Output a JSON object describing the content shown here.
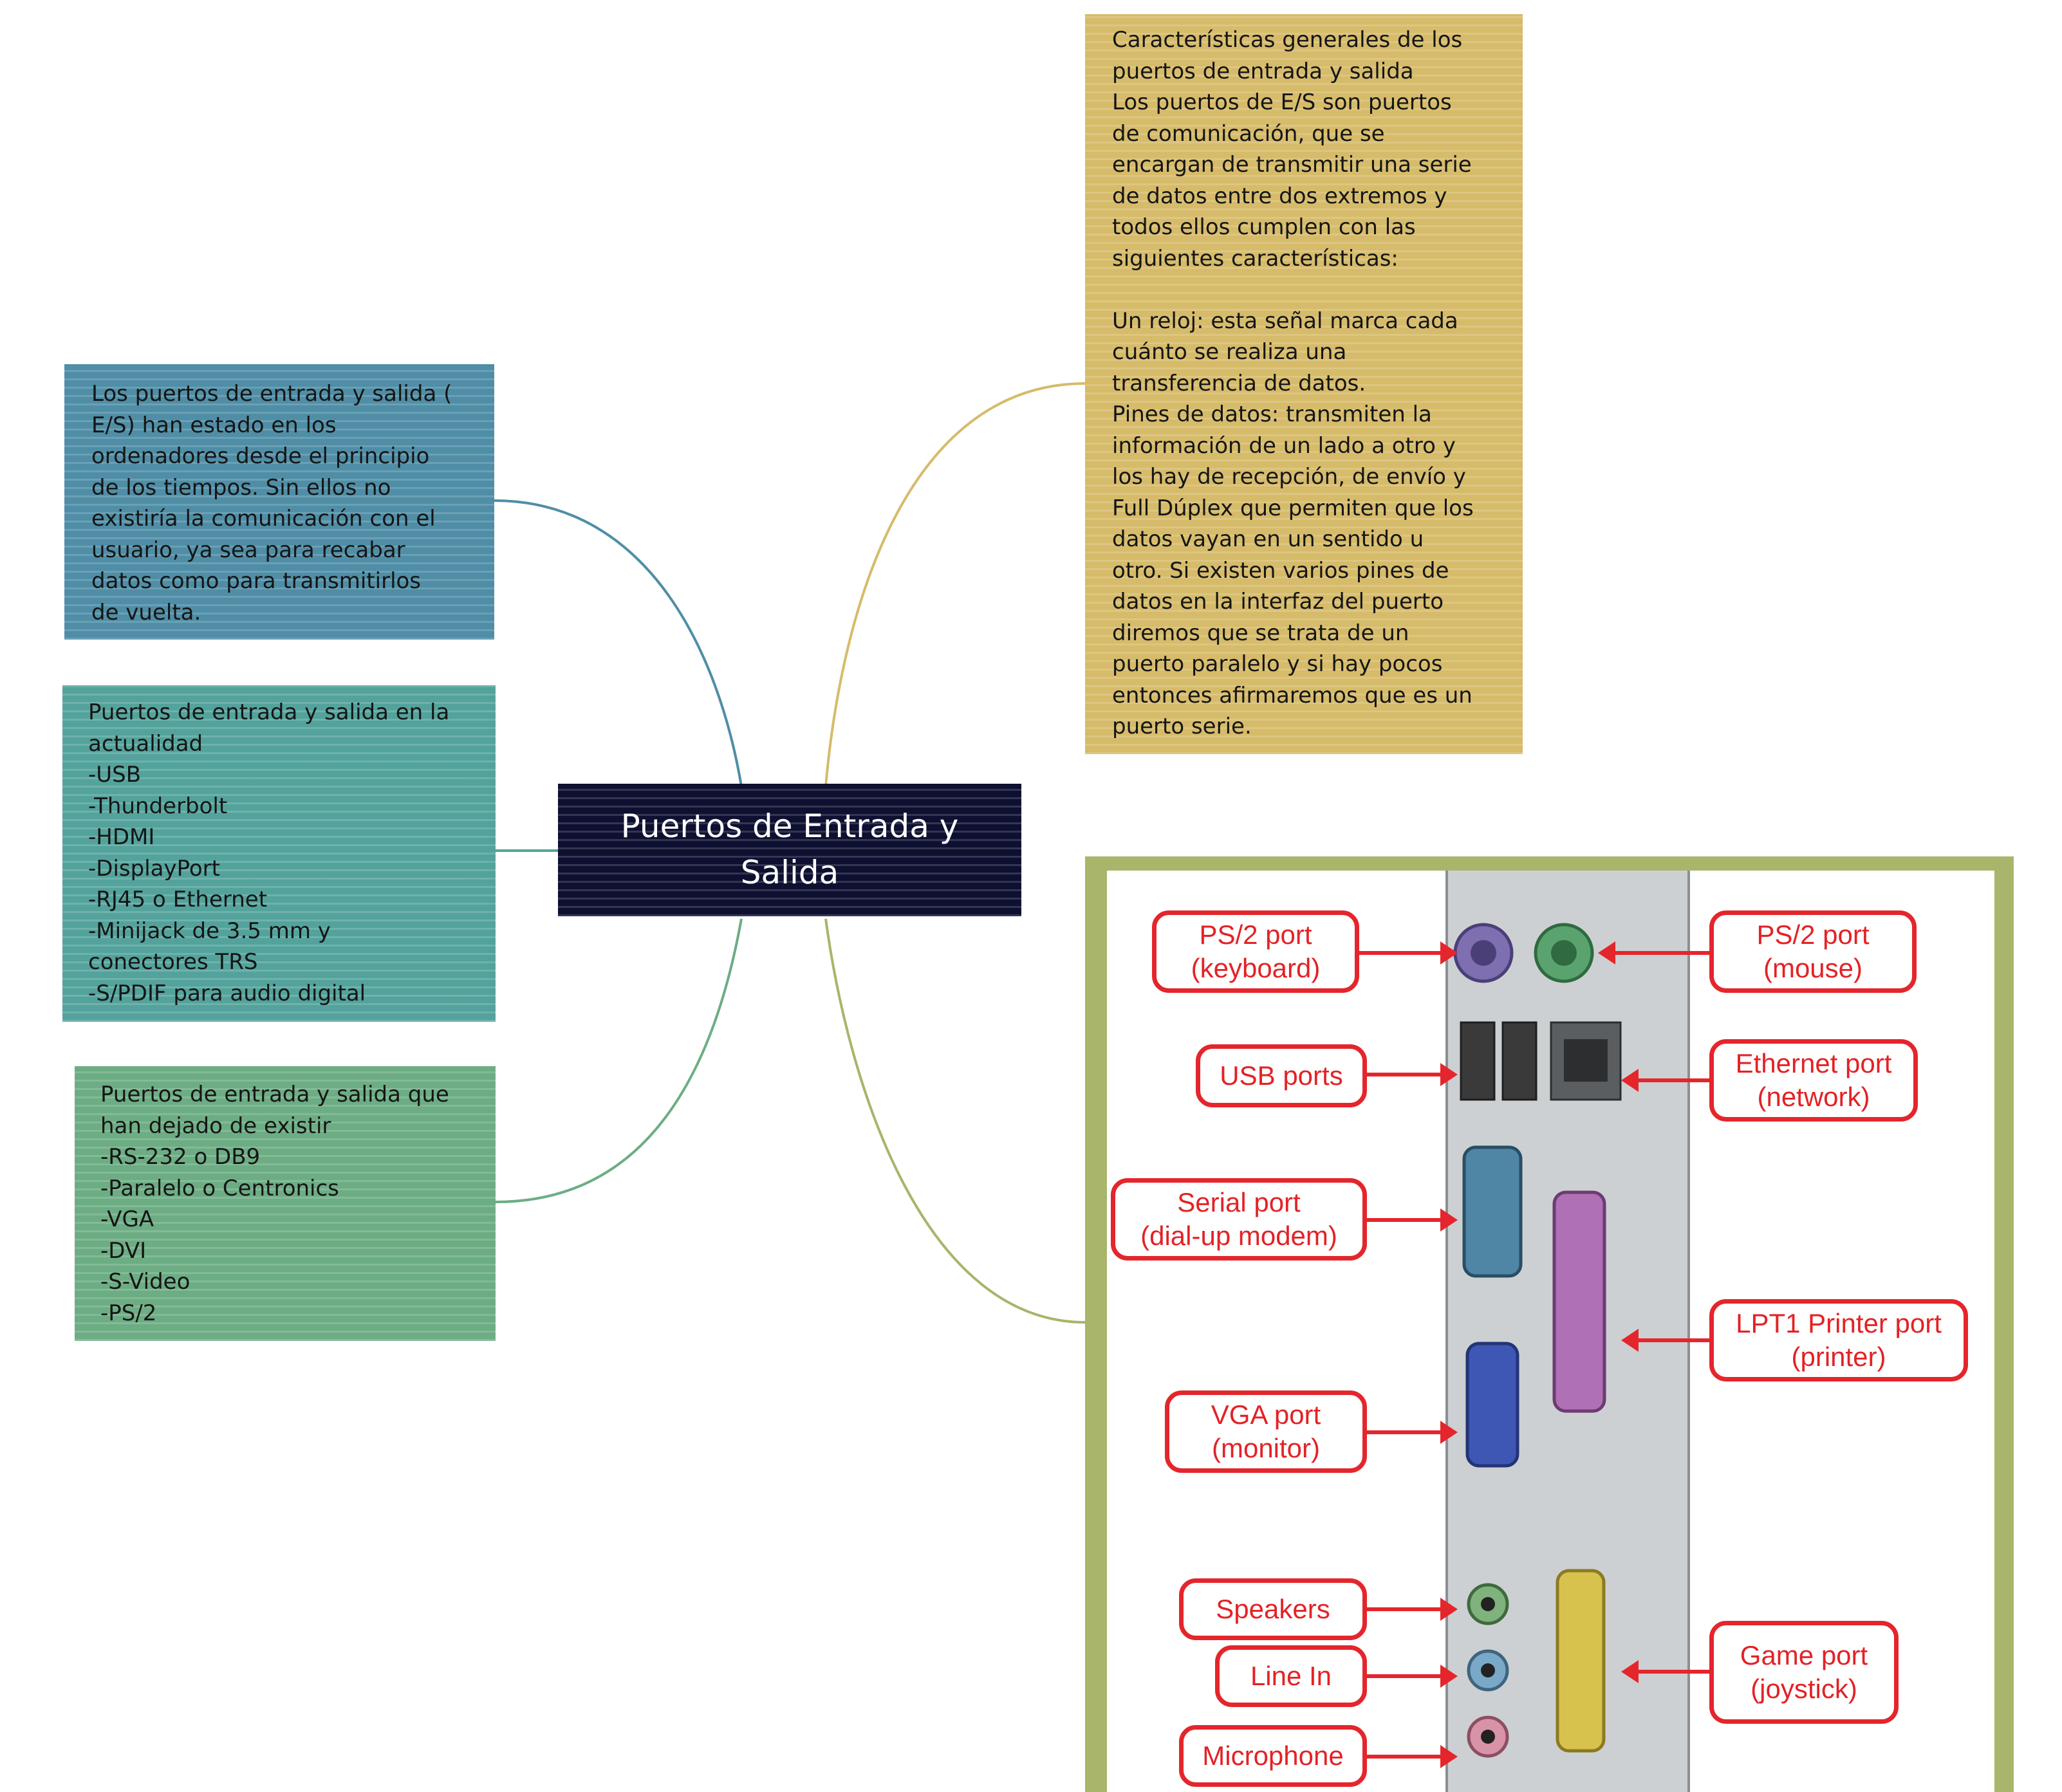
{
  "central_topic": {
    "lines": [
      "Puertos de Entrada y",
      "Salida"
    ]
  },
  "topics": {
    "historia": {
      "lines": [
        "Los puertos de entrada y salida (",
        "E/S) han estado en los",
        "ordenadores desde el principio",
        "de los tiempos. Sin ellos no",
        "existiría la comunicación con el",
        "usuario, ya sea para recabar",
        "datos como para transmitirlos",
        "de vuelta."
      ]
    },
    "actualidad": {
      "lines": [
        "Puertos de entrada y salida en la",
        "actualidad",
        "-USB",
        "-Thunderbolt",
        "-HDMI",
        "-DisplayPort",
        "-RJ45 o Ethernet",
        "-Minijack de 3.5 mm y",
        "conectores TRS",
        "-S/PDIF para audio digital"
      ]
    },
    "antiguos": {
      "lines": [
        "Puertos de entrada y salida que",
        "han dejado de existir",
        "-RS-232 o DB9",
        "-Paralelo o Centronics",
        "-VGA",
        "-DVI",
        "-S-Video",
        "-PS/2"
      ]
    },
    "caracteristicas": {
      "lines": [
        "Características generales de los",
        "puertos de entrada y salida",
        "Los puertos de E/S son puertos",
        "de comunicación, que se",
        "encargan de transmitir una serie",
        "de datos entre dos extremos y",
        "todos ellos cumplen con las",
        "siguientes características:",
        "",
        "Un reloj: esta señal marca cada",
        "cuánto se realiza una",
        "transferencia de datos.",
        "Pines de datos: transmiten la",
        "información de un lado a otro y",
        "los hay de recepción, de envío y",
        "Full Dúplex que permiten que los",
        "datos vayan en un sentido u",
        "otro. Si existen varios pines de",
        "datos en la interfaz del puerto",
        "diremos que se trata de un",
        "puerto paralelo y si hay pocos",
        "entonces afirmaremos que es un",
        "puerto serie."
      ]
    }
  },
  "image_labels": {
    "ps2_keyboard": [
      "PS/2 port",
      "(keyboard)"
    ],
    "ps2_mouse": [
      "PS/2 port",
      "(mouse)"
    ],
    "usb": [
      "USB ports"
    ],
    "ethernet": [
      "Ethernet port",
      "(network)"
    ],
    "serial": [
      "Serial port",
      "(dial-up modem)"
    ],
    "lpt1": [
      "LPT1 Printer port",
      "(printer)"
    ],
    "vga": [
      "VGA port",
      "(monitor)"
    ],
    "speakers": [
      "Speakers"
    ],
    "line_in": [
      "Line In"
    ],
    "microphone": [
      "Microphone"
    ],
    "game_port": [
      "Game port",
      "(joystick)"
    ]
  },
  "colors": {
    "central": "#0d1030",
    "historia": "#4f8ea6",
    "actualidad": "#53a39c",
    "antiguos": "#6cad84",
    "caracteristicas": "#d6bb6a",
    "image_frame": "#a8b56a",
    "callout_red": "#e4262c"
  }
}
